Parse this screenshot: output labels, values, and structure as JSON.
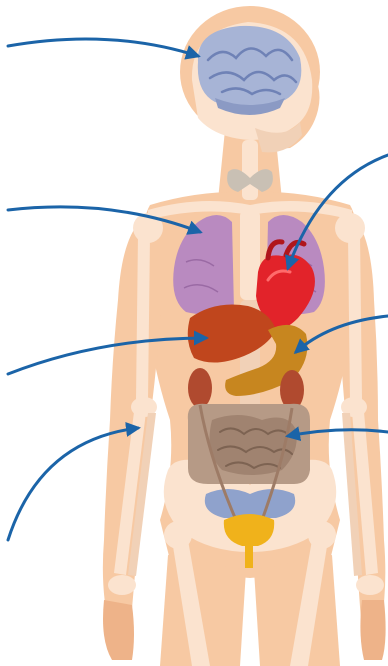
{
  "diagram": {
    "labels": [],
    "colors": {
      "skin": "#f7c9a3",
      "skin_shadow": "#eeb389",
      "bone": "#fbe3cf",
      "bone_shade": "#f1d1b7",
      "brain": "#a7b4d6",
      "brain_line": "#6f82b6",
      "lungs": "#b98ac0",
      "lungs_shade": "#9a6aa4",
      "heart": "#e2232a",
      "heart_dark": "#b0161b",
      "liver": "#c0461d",
      "stomach": "#c7861f",
      "kidney": "#b04a2f",
      "intestine": "#b69a86",
      "bladder": "#f0b21b",
      "pelvis_organ": "#8fa2cc",
      "thyroid": "#c9c0b4",
      "arrow": "#1b64a8"
    },
    "structures": [
      "brain",
      "thyroid",
      "lungs",
      "heart",
      "liver",
      "stomach",
      "kidneys",
      "intestines",
      "bladder",
      "bones"
    ],
    "pointer_count": 7
  }
}
